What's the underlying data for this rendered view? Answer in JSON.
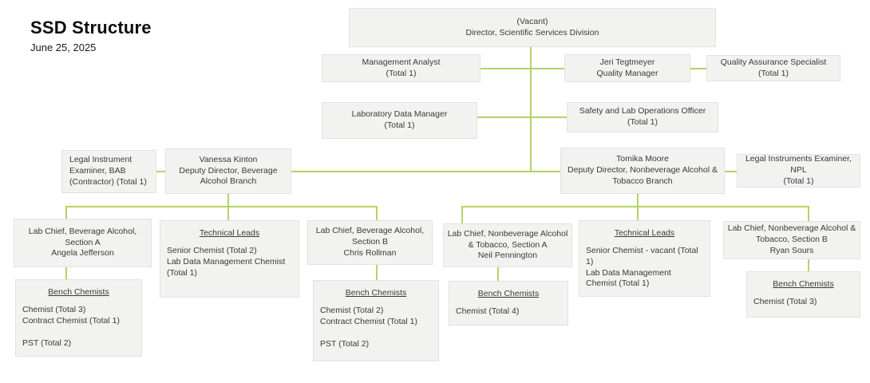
{
  "title": "SSD Structure",
  "date": "June 25, 2025",
  "colors": {
    "connector": "#b2d464",
    "box_fill": "#f2f2f0",
    "box_border": "#e2e2df",
    "text": "#3a3a3a"
  },
  "boxes": {
    "director": {
      "lines": [
        "(Vacant)",
        "Director, Scientific Services Division"
      ]
    },
    "management_analyst": {
      "lines": [
        "Management Analyst",
        "(Total 1)"
      ]
    },
    "quality_manager": {
      "lines": [
        "Jeri Tegtmeyer",
        "Quality Manager"
      ]
    },
    "qa_specialist": {
      "lines": [
        "Quality Assurance Specialist",
        "(Total 1)"
      ]
    },
    "lab_data_manager": {
      "lines": [
        "Laboratory Data Manager",
        "(Total 1)"
      ]
    },
    "safety_officer": {
      "lines": [
        "Safety and Lab Operations Officer",
        "(Total 1)"
      ]
    },
    "lie_bab": {
      "lines": [
        "Legal Instrument",
        "Examiner, BAB",
        "(Contractor) (Total 1)"
      ]
    },
    "deputy_ba": {
      "lines": [
        "Vanessa Kinton",
        "Deputy Director, Beverage",
        "Alcohol Branch"
      ]
    },
    "deputy_nba": {
      "lines": [
        "Tomika Moore",
        "Deputy Director, Nonbeverage Alcohol &",
        "Tobacco Branch"
      ]
    },
    "lie_npl": {
      "lines": [
        "Legal Instruments Examiner, NPL",
        "(Total 1)"
      ]
    },
    "lab_chief_ba_a": {
      "lines": [
        "Lab Chief, Beverage Alcohol,",
        "Section A",
        "Angela Jefferson"
      ]
    },
    "tech_leads_ba": {
      "header": "Technical Leads",
      "items": [
        "Senior Chemist (Total 2)",
        "Lab Data Management Chemist (Total 1)"
      ]
    },
    "lab_chief_ba_b": {
      "lines": [
        "Lab Chief, Beverage Alcohol,",
        "Section B",
        "Chris Rollman"
      ]
    },
    "bench_ba_a": {
      "header": "Bench Chemists",
      "items": [
        "Chemist (Total 3)",
        "Contract Chemist (Total 1)",
        "",
        "PST (Total 2)"
      ]
    },
    "bench_ba_b": {
      "header": "Bench Chemists",
      "items": [
        "Chemist (Total 2)",
        "Contract Chemist (Total 1)",
        "",
        "PST (Total 2)"
      ]
    },
    "lab_chief_nba_a": {
      "lines": [
        "Lab Chief, Nonbeverage Alcohol",
        "& Tobacco, Section A",
        "Neil Pennington"
      ]
    },
    "tech_leads_nba": {
      "header": "Technical Leads",
      "items": [
        "Senior Chemist - vacant (Total 1)",
        "Lab Data Management Chemist (Total 1)"
      ]
    },
    "bench_nba_a": {
      "header": "Bench Chemists",
      "items": [
        "Chemist (Total 4)"
      ]
    },
    "lab_chief_nba_b": {
      "lines": [
        "Lab Chief, Nonbeverage Alcohol &",
        "Tobacco, Section B",
        "Ryan Sours"
      ]
    },
    "bench_nba_b": {
      "header": "Bench Chemists",
      "items": [
        "Chemist (Total 3)"
      ]
    }
  }
}
